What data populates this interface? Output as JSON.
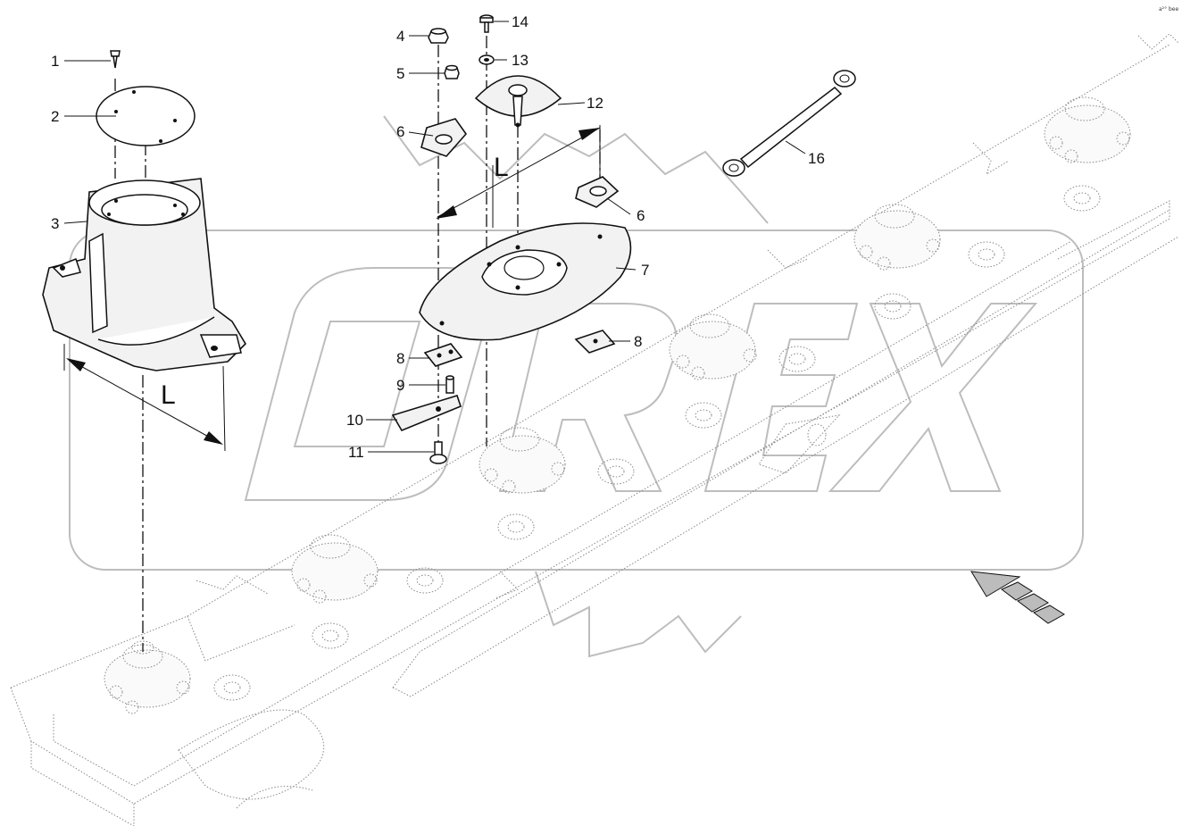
{
  "callouts": {
    "c1": "1",
    "c2": "2",
    "c3": "3",
    "c4": "4",
    "c5": "5",
    "c6a": "6",
    "c6b": "6",
    "c7": "7",
    "c8a": "8",
    "c8b": "8",
    "c9": "9",
    "c10": "10",
    "c11": "11",
    "c12": "12",
    "c13": "13",
    "c14": "14",
    "c16": "16"
  },
  "dimension_label": "L",
  "corner_mark": "a²° bee"
}
